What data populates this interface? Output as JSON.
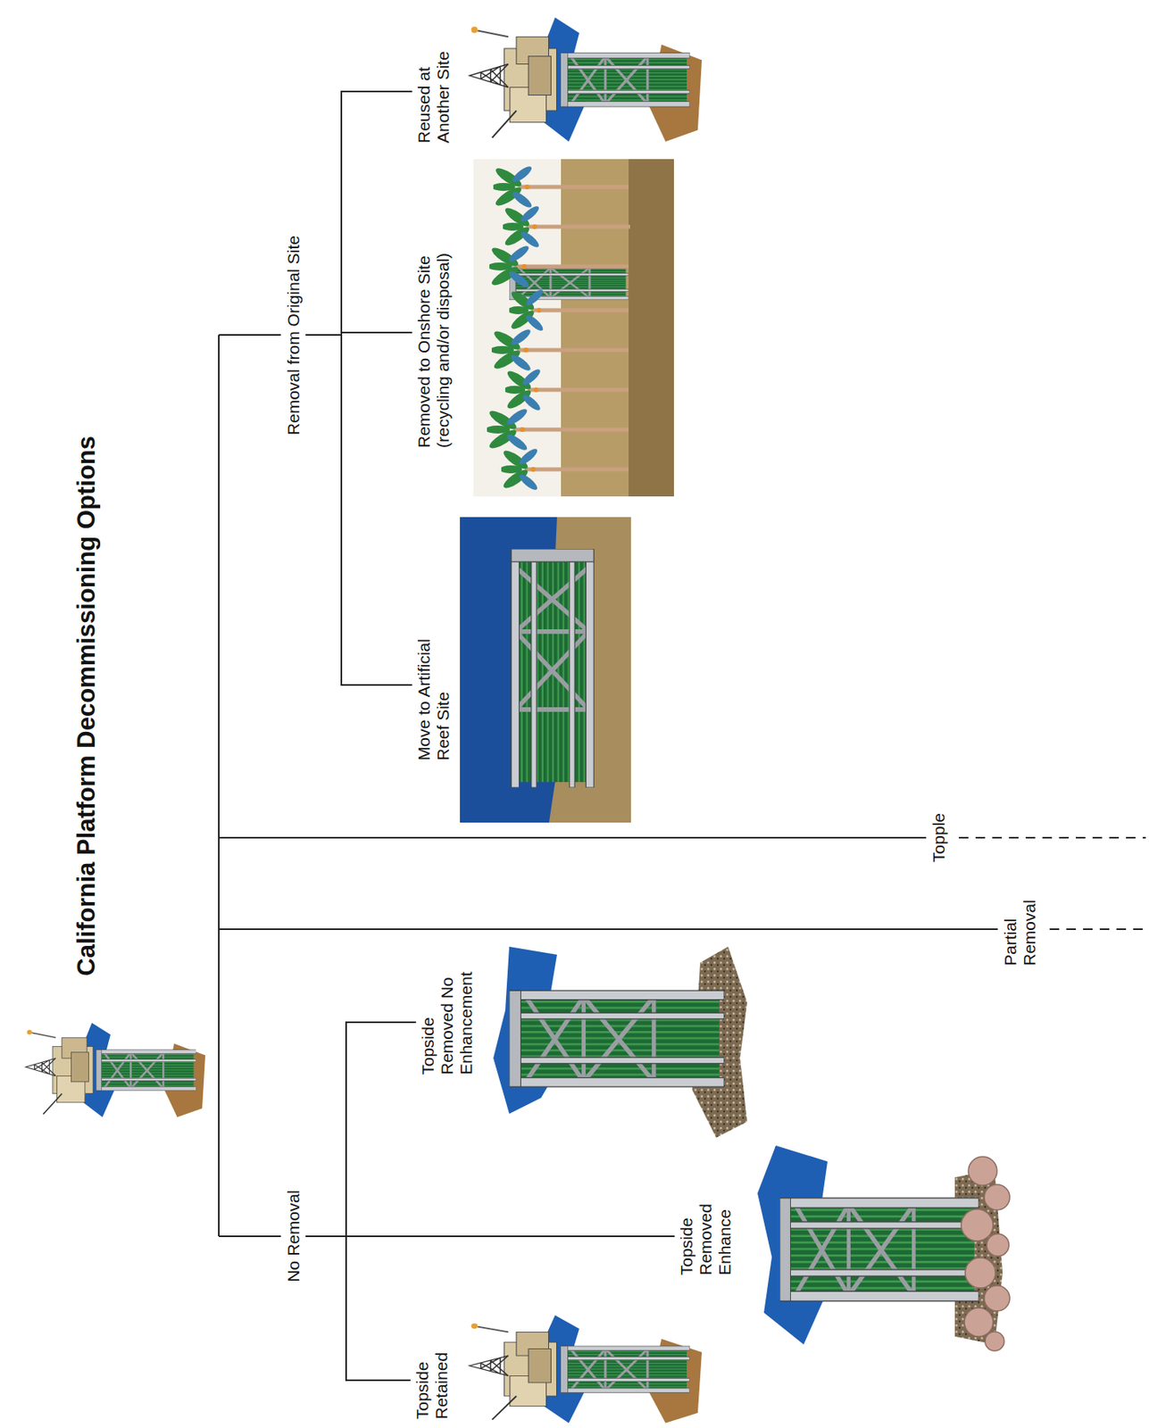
{
  "diagram": {
    "title": "California Platform Decommissioning Options",
    "nodes": [
      {
        "text": [
          "Removal from Original Site"
        ]
      },
      {
        "text": [
          "Move to Artificial Reef Site"
        ]
      },
      {
        "text": [
          "Removed to Onshore Site (recycling and/or disposal)"
        ]
      },
      {
        "text": [
          "Reused at Another Site"
        ]
      },
      {
        "text": [
          "Topple"
        ]
      },
      {
        "text": [
          "Partial Removal"
        ]
      },
      {
        "text": [
          "No Removal"
        ]
      },
      {
        "text": [
          "Topside Retained"
        ]
      },
      {
        "text": [
          "Topside Removed Enhance"
        ]
      },
      {
        "text": [
          "Topside Removed No Enhancement"
        ]
      }
    ],
    "edges": [
      {
        "from": 0,
        "to": 1,
        "arrow": "none"
      },
      {
        "from": 0,
        "to": 2,
        "arrow": "none"
      },
      {
        "from": 0,
        "to": 3,
        "arrow": "none"
      },
      {
        "from": 6,
        "to": 7,
        "arrow": "none"
      },
      {
        "from": 6,
        "to": 8,
        "arrow": "none"
      },
      {
        "from": 6,
        "to": 9,
        "arrow": "none"
      }
    ]
  }
}
